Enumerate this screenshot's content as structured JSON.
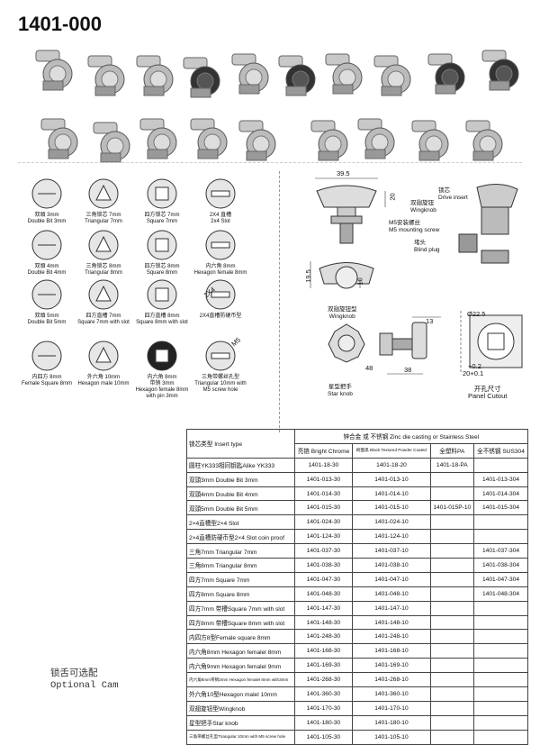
{
  "title": "1401-000",
  "inserts": [
    {
      "label": "双頭 3mm\nDouble Bit 3mm"
    },
    {
      "label": "三角锁芯 7mm\nTriangular 7mm"
    },
    {
      "label": "四方锁芯 7mm\nSquare 7mm"
    },
    {
      "label": "2X4 直槽\n2x4 Slot"
    },
    {
      "label": "双頭 4mm\nDouble Bit 4mm"
    },
    {
      "label": "三角锁芯 8mm\nTriangular 8mm"
    },
    {
      "label": "四方锁芯 8mm\nSquare 8mm"
    },
    {
      "label": "内六角 8mm\nHexagon female 8mm"
    },
    {
      "label": "双頭 5mm\nDouble Bit 5mm"
    },
    {
      "label": "四方直槽 7mm\nSquare 7mm with slot"
    },
    {
      "label": "四方直槽 8mm\nSquare 8mm with slot"
    },
    {
      "label": "2X4直槽防硬币型"
    },
    {
      "label": "内四方 8mm\nFemale Square 8mm"
    },
    {
      "label": "外六角 10mm\nHexagon male 10mm"
    },
    {
      "label": "内六角 8mm\n带销 3mm\nHexagon female 8mm\nwith pin 3mm"
    },
    {
      "label": "三角带螺丝孔型\nTriangular 10mm with\nM5 screw hole"
    }
  ],
  "dims": {
    "d39": "39.5",
    "d20": "20",
    "d19": "19.5",
    "d10": "10",
    "d13": "13",
    "d22": "Ø22.5",
    "d38": "38",
    "d48": "48",
    "tol1": "+0.2",
    "tol2": "20+0.1",
    "m5": "M5",
    "d2x4": "2X4"
  },
  "labels": {
    "drive_insert": "锁芯\nDrive insert",
    "wingknob": "双翅旋钮\nWingknob",
    "m5_screw": "M5安装螺丝\nM5 mounting screw",
    "blind_plug": "堵头\nBlind plug",
    "wingknob_type": "双翅旋钮型\nWingknob",
    "star_knob": "星型把手\nStar knob",
    "panel_cutout": "开孔尺寸\nPanel Cutout"
  },
  "table": {
    "col_insert": "锁芯类型 Insert type",
    "material_header": "锌合金 或 不锈钢 Zinc die casting or Stainless Steel",
    "sub_headers": [
      "亮铬 Bright Chrome",
      "刷面黑 Black Textured Powder Coated",
      "全塑料PA",
      "全不锈钢 SUS304"
    ],
    "rows": [
      [
        "圆柱YK333相同钥匙Alike YK333",
        "1401-18-30",
        "1401-18-20",
        "1401-18-PA",
        ""
      ],
      [
        "双頭3mm Double Bit 3mm",
        "1401-013-30",
        "1401-013-10",
        "",
        "1401-013-304"
      ],
      [
        "双頭4mm Double Bit 4mm",
        "1401-014-30",
        "1401-014-10",
        "",
        "1401-014-304"
      ],
      [
        "双頭5mm Double Bit 5mm",
        "1401-015-30",
        "1401-015-10",
        "1401-015P-10",
        "1401-015-304"
      ],
      [
        "2×4直槽型2×4 Slot",
        "1401-024-30",
        "1401-024-10",
        "",
        ""
      ],
      [
        "2×4直槽防硬币型2×4 Slot coin proof",
        "1401-124-30",
        "1401-124-10",
        "",
        ""
      ],
      [
        "三角7mm Triangular 7mm",
        "1401-037-30",
        "1401-037-10",
        "",
        "1401-037-304"
      ],
      [
        "三角8mm Triangular 8mm",
        "1401-038-30",
        "1401-038-10",
        "",
        "1401-038-304"
      ],
      [
        "四方7mm Square 7mm",
        "1401-047-30",
        "1401-047-10",
        "",
        "1401-047-304"
      ],
      [
        "四方8mm Square 8mm",
        "1401-048-30",
        "1401-048-10",
        "",
        "1401-048-304"
      ],
      [
        "四方7mm 带槽Square 7mm with slot",
        "1401-147-30",
        "1401-147-10",
        "",
        ""
      ],
      [
        "四方8mm 带槽Square 8mm with slot",
        "1401-148-30",
        "1401-148-10",
        "",
        ""
      ],
      [
        "内四方8型Female square 8mm",
        "1401-248-30",
        "1401-248-10",
        "",
        ""
      ],
      [
        "内六角8mm Hexagon femalel 8mm",
        "1401-168-30",
        "1401-168-10",
        "",
        ""
      ],
      [
        "内六角9mm Hexagon femalel 9mm",
        "1401-169-30",
        "1401-169-10",
        "",
        ""
      ],
      [
        "内六角8mm带销3mm Hexagon femalel 8mm with3mm",
        "1401-268-30",
        "1401-268-10",
        "",
        ""
      ],
      [
        "外六角10型Hexagon malel 10mm",
        "1401-360-30",
        "1401-360-10",
        "",
        ""
      ],
      [
        "双翅旋钮型Wingknob",
        "1401-170-30",
        "1401-170-10",
        "",
        ""
      ],
      [
        "星型把手Star knob",
        "1401-180-30",
        "1401-180-10",
        "",
        ""
      ],
      [
        "三角带螺丝孔型Triangular 10mm with M5 screw hole",
        "1401-105-30",
        "1401-105-10",
        "",
        ""
      ]
    ]
  },
  "optional": {
    "cn": "锁舌可选配",
    "en": "Optional Cam"
  }
}
